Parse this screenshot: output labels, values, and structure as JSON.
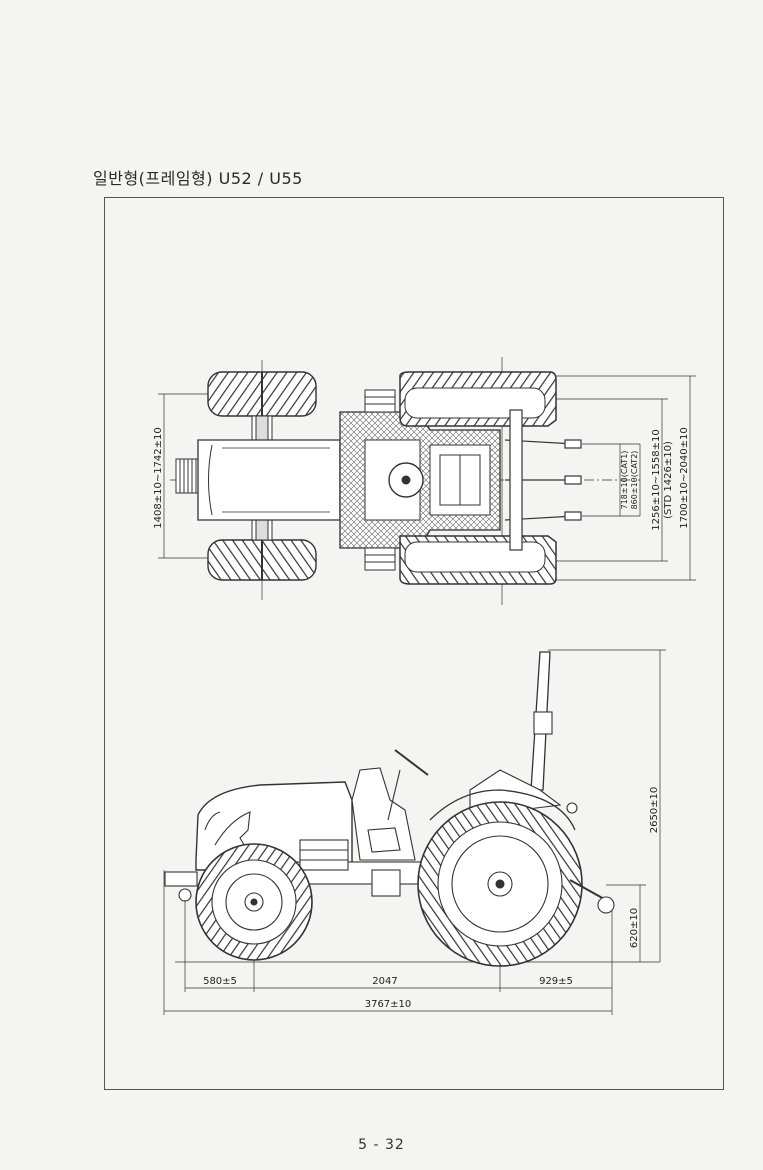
{
  "page": {
    "title": "일반형(프레임형) U52 / U55",
    "page_number": "5 - 32"
  },
  "top_view": {
    "dim_front_track": "1408±10~1742±10",
    "dim_cat1": "718±10(CAT1)",
    "dim_cat2": "860±10(CAT2)",
    "dim_rear_track": "1256±10~1558±10",
    "dim_rear_track_std": "(STD 1426±10)",
    "dim_overall_width": "1700±10~2040±10"
  },
  "side_view": {
    "dim_height": "2650±10",
    "dim_hitch_height": "620±10",
    "dim_front_overhang": "580±5",
    "dim_wheelbase": "2047",
    "dim_rear_overhang": "929±5",
    "dim_overall_length": "3767±10"
  }
}
